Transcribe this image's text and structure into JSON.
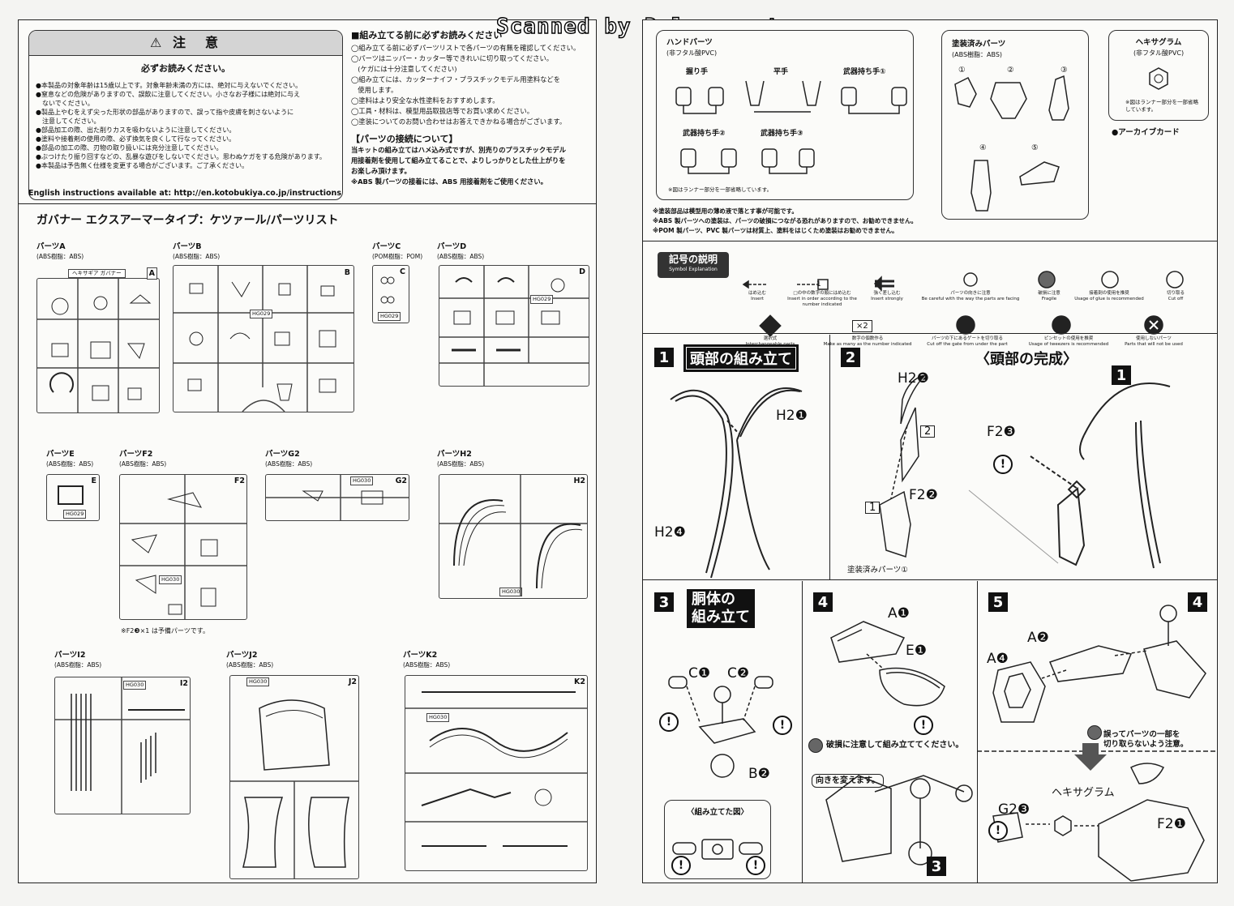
{
  "watermark": "Scanned by Dalong.net",
  "caution": {
    "title": "⚠ 注　意",
    "must_read": "必ずお読みください。",
    "items": [
      "●本製品の対象年齢は15歳以上です。対象年齢未満の方には、絶対に与えないでください。",
      "●窒息などの危険がありますので、誤飲に注意してください。小さなお子様には絶対に与え",
      "　ないでください。",
      "●製品上やむをえず尖った形状の部品がありますので、誤って指や皮膚を刺さないように",
      "　注意してください。",
      "●部品加工の際、出た削りカスを吸わないように注意してください。",
      "●塗料や接着剤の使用の際、必ず換気を良くして行なってください。",
      "●部品の加工の際、刃物の取り扱いには充分注意してください。",
      "●ぶつけたり振り回すなどの、乱暴な遊びをしないでください。思わぬケガをする危険があります。",
      "●本製品は予告無く仕様を変更する場合がございます。ご了承ください。"
    ],
    "english": "English instructions available at: http://en.kotobukiya.co.jp/instructions"
  },
  "before_assembly": {
    "title": "■組み立てる前に必ずお読みください",
    "items": [
      "◯組み立てる前に必ずパーツリストで各パーツの有無を確認してください。",
      "◯パーツはニッパー・カッター等できれいに切り取ってください。",
      "　(ケガには十分注意してください)",
      "◯組み立てには、カッターナイフ・プラスチックモデル用塗料などを",
      "　使用します。",
      "◯塗料はより安全な水性塗料をおすすめします。",
      "◯工具・材料は、模型用品取扱店等でお買い求めください。",
      "◯塗装についてのお問い合わせはお答えできかねる場合がございます。"
    ],
    "connection_title": "【パーツの接続について】",
    "connection_text": [
      "当キットの組み立てはハメ込み式ですが、別売りのプラスチックモデル",
      "用接着剤を使用して組み立てることで、よりしっかりとした仕上がりを",
      "お楽しみ頂けます。",
      "※ABS 製パーツの接着には、ABS 用接着剤をご使用ください。"
    ]
  },
  "parts_list_title": "ガバナー エクスアーマータイプ：ケツァール/パーツリスト",
  "parts": [
    {
      "name": "パーツA",
      "material": "(ABS樹脂：ABS)",
      "letter": "A",
      "tag": "ヘキサギア ガバナー"
    },
    {
      "name": "パーツB",
      "material": "(ABS樹脂：ABS)",
      "letter": "B",
      "tag": "HG029"
    },
    {
      "name": "パーツC",
      "material": "(POM樹脂：POM)",
      "letter": "C",
      "tag": "HG029"
    },
    {
      "name": "パーツD",
      "material": "(ABS樹脂：ABS)",
      "letter": "D",
      "tag": "HG029"
    },
    {
      "name": "パーツE",
      "material": "(ABS樹脂：ABS)",
      "letter": "E",
      "tag": "HG029"
    },
    {
      "name": "パーツF2",
      "material": "(ABS樹脂：ABS)",
      "letter": "F2",
      "tag": "HG030"
    },
    {
      "name": "パーツG2",
      "material": "(ABS樹脂：ABS)",
      "letter": "G2",
      "tag": "HG030"
    },
    {
      "name": "パーツH2",
      "material": "(ABS樹脂：ABS)",
      "letter": "H2",
      "tag": "HG030"
    },
    {
      "name": "パーツI2",
      "material": "(ABS樹脂：ABS)",
      "letter": "I2",
      "tag": "HG030"
    },
    {
      "name": "パーツJ2",
      "material": "(ABS樹脂：ABS)",
      "letter": "J2",
      "tag": "HG030"
    },
    {
      "name": "パーツK2",
      "material": "(ABS樹脂：ABS)",
      "letter": "K2",
      "tag": "HG030"
    }
  ],
  "spare_note": "※F2❸×1 は予備パーツです。",
  "hand_parts": {
    "title": "ハンドパーツ",
    "material": "(非フタル酸PVC)",
    "grip": "握り手",
    "flat": "平手",
    "weapon1": "武器持ち手①",
    "weapon2": "武器持ち手②",
    "weapon3": "武器持ち手③",
    "runner_note": "※図はランナー部分を一部省略しています。"
  },
  "painted_parts": {
    "title": "塗装済みパーツ",
    "material": "(ABS樹脂：ABS)",
    "numbers": [
      "①",
      "②",
      "③",
      "④",
      "⑤"
    ]
  },
  "hexagram": {
    "title": "ヘキサグラム",
    "material": "(非フタル酸PVC)",
    "note": "※図はランナー部分を一部省略しています。",
    "archive": "●アーカイブカード"
  },
  "paint_notes": [
    "※塗装部品は模型用の薄め液で落とす事が可能です。",
    "※ABS 製パーツへの塗装は、パーツの破損につながる恐れがありますので、お勧めできません。",
    "※POM 製パーツ、PVC 製パーツは材質上、塗料をはじくため塗装はお勧めできません。"
  ],
  "symbols": {
    "title": "記号の説明",
    "subtitle": "Symbol Explanation",
    "row1": [
      {
        "jp": "はめ込む",
        "en": "Insert"
      },
      {
        "jp": "□の中の数字の順にはめ込む",
        "en": "Insert in order according to the number indicated"
      },
      {
        "jp": "強く差し込む",
        "en": "Insert strongly"
      },
      {
        "jp": "パーツの向きに注意",
        "en": "Be careful with the way the parts are facing"
      },
      {
        "jp": "破損に注意",
        "en": "Fragile"
      },
      {
        "jp": "接着剤の使用を推奨",
        "en": "Usage of glue is recommended"
      },
      {
        "jp": "切り取る",
        "en": "Cut off"
      }
    ],
    "row2": [
      {
        "jp": "選択式",
        "en": "Interchangeable parts"
      },
      {
        "jp": "数字の個数作る",
        "en": "Make as many as the number indicated"
      },
      {
        "jp": "パーツの下にあるゲートを切り取る",
        "en": "Cut off the gate from under the part"
      },
      {
        "jp": "ピンセットの使用を推奨",
        "en": "Usage of tweezers is recommended"
      },
      {
        "jp": "使用しないパーツ",
        "en": "Parts that will not be used"
      }
    ],
    "x2": "×2",
    "order1": "1"
  },
  "steps": {
    "s1": {
      "num": "1",
      "title": "頭部の組み立て",
      "labels": [
        "H2❶",
        "H2❹"
      ]
    },
    "s2": {
      "num": "2",
      "labels": [
        "H2❷",
        "F2❷",
        "塗装済みパーツ①"
      ],
      "order": [
        "2",
        "1"
      ]
    },
    "complete": {
      "title": "〈頭部の完成〉",
      "badge": "1",
      "labels": [
        "F2❸"
      ]
    },
    "s3": {
      "num": "3",
      "title1": "胴体の",
      "title2": "組み立て",
      "labels": [
        "C❶",
        "C❷",
        "B❷"
      ],
      "assembled": "〈組み立てた図〉"
    },
    "s4": {
      "num": "4",
      "labels": [
        "A❶",
        "E❶"
      ],
      "fragile_note": "破損に注意して組み立ててください。",
      "rotate": "向きを変えます。",
      "badge": "3"
    },
    "s5": {
      "num": "5",
      "labels": [
        "A❷",
        "A❹",
        "G2❸",
        "ヘキサグラム",
        "F2❶"
      ],
      "badge": "4",
      "cut_note1": "誤ってパーツの一部を",
      "cut_note2": "切り取らないよう注意。"
    }
  },
  "colors": {
    "ink": "#111111",
    "paper": "#fbfbf9",
    "panel": "#e6e6e6"
  }
}
